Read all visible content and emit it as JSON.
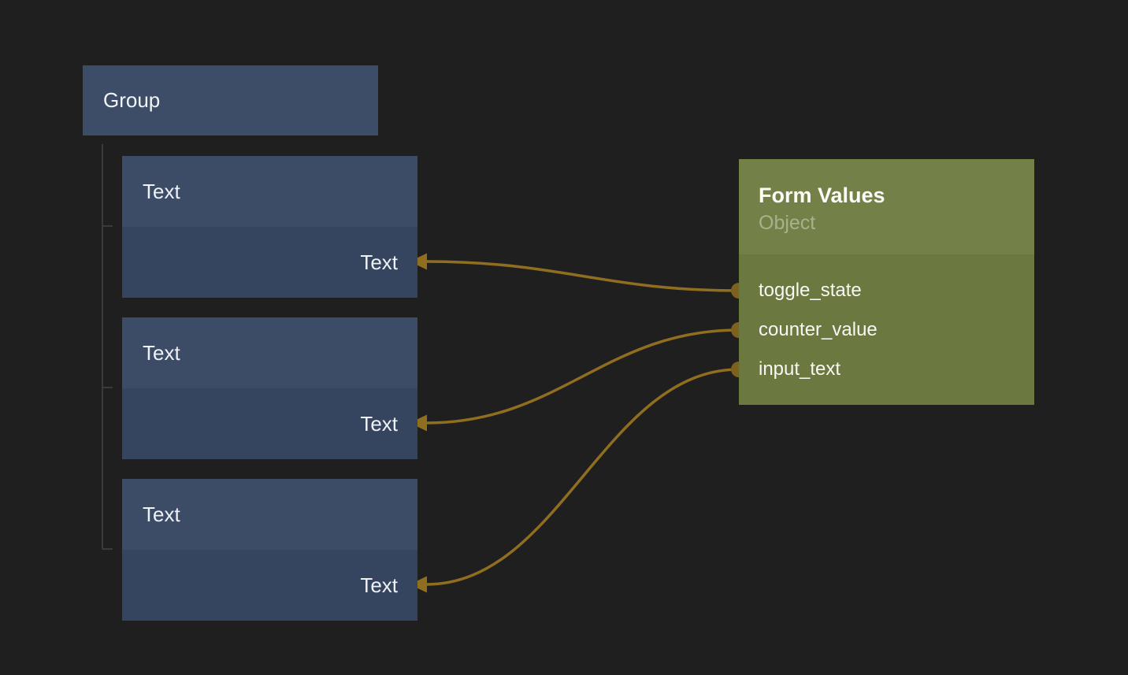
{
  "canvas": {
    "background_color": "#1f1f1f"
  },
  "colors": {
    "node_blue_header": "#3c4c66",
    "node_blue_body": "#36455f",
    "node_green_header": "#738048",
    "node_green_body": "#6b7840",
    "wire_gold": "#8f6e20",
    "port_gold": "#7d621d",
    "tree_line_gray": "#3b3b3b",
    "text_primary": "#f2f4f7",
    "text_subtitle": "#a9b18c"
  },
  "group_node": {
    "title": "Group"
  },
  "text_nodes": [
    {
      "title": "Text",
      "input_port_label": "Text"
    },
    {
      "title": "Text",
      "input_port_label": "Text"
    },
    {
      "title": "Text",
      "input_port_label": "Text"
    }
  ],
  "form_values_node": {
    "title": "Form Values",
    "subtitle": "Object",
    "fields": [
      "toggle_state",
      "counter_value",
      "input_text"
    ]
  },
  "connections": [
    {
      "from_field": "toggle_state",
      "to_node": "text-node-1",
      "to_port": "Text"
    },
    {
      "from_field": "counter_value",
      "to_node": "text-node-2",
      "to_port": "Text"
    },
    {
      "from_field": "input_text",
      "to_node": "text-node-3",
      "to_port": "Text"
    }
  ]
}
